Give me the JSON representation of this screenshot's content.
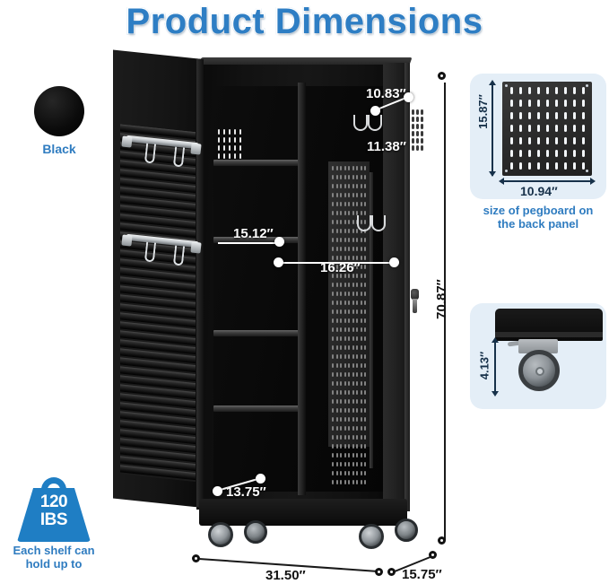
{
  "title": "Product Dimensions",
  "color_swatch": {
    "label": "Black",
    "hex": "#0a0a0a"
  },
  "weight_badge": {
    "value": "120",
    "unit": "IBS",
    "caption": "Each shelf can\nhold up to"
  },
  "theme": {
    "accent_blue": "#2f7cc0",
    "panel_bg": "#e4eef7",
    "dim_text_white": "#ffffff",
    "dim_text_dark": "#111111"
  },
  "dimensions": {
    "overall_height": "70.87″",
    "overall_width": "31.50″",
    "overall_depth": "15.75″",
    "upper_compartment_depth": "10.83″",
    "upper_compartment_height": "11.38″",
    "left_shelf_width": "15.12″",
    "right_compartment_width": "16.26″",
    "shelf_depth": "13.75″"
  },
  "detail_panels": [
    {
      "name": "pegboard",
      "height": "15.87″",
      "width": "10.94″",
      "caption": "size of pegboard on\nthe back panel"
    },
    {
      "name": "caster",
      "height": "4.13″"
    }
  ]
}
